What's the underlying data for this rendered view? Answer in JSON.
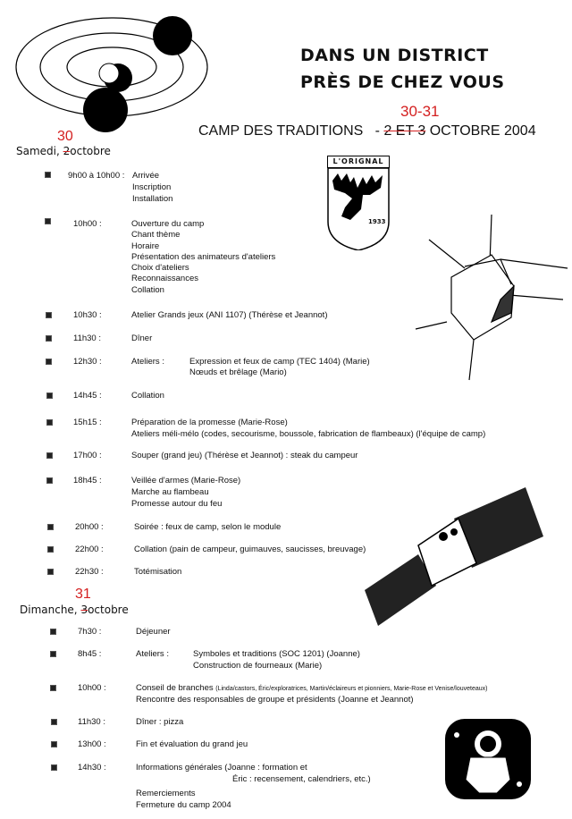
{
  "header": {
    "title_line1": "DANS UN DISTRICT",
    "title_line2": "PRÈS DE CHEZ VOUS",
    "subtitle_prefix": "CAMP DES TRADITIONS   - ",
    "subtitle_struck": "2 ET 3",
    "subtitle_suffix": " OCTOBRE 2004",
    "correction": "30-31"
  },
  "logo": {
    "name": "L'ORIGNAL",
    "year": "1933"
  },
  "saturday": {
    "label_prefix": "Samedi, ",
    "struck": "2",
    "correction": "30",
    "label_suffix": "octobre",
    "rows": [
      {
        "time": "9h00 à 10h00 :",
        "lines": [
          "Arrivée",
          "Inscription",
          "Installation"
        ]
      },
      {
        "time": "10h00 :",
        "lines": [
          "Ouverture du camp",
          "Chant thème",
          "Horaire",
          "Présentation des animateurs d'ateliers",
          "Choix d'ateliers",
          "Reconnaissances",
          "Collation"
        ]
      },
      {
        "time": "10h30 :",
        "lines": [
          "Atelier Grands jeux (ANI 1107)  (Thérèse et Jeannot)"
        ]
      },
      {
        "time": "11h30 :",
        "lines": [
          "Dîner"
        ]
      },
      {
        "time": "12h30 :",
        "label": "Ateliers :",
        "lines": [
          "Expression et feux de camp (TEC 1404) (Marie)",
          "Nœuds et brêlage (Mario)"
        ]
      },
      {
        "time": "14h45 :",
        "lines": [
          "Collation"
        ]
      },
      {
        "time": "15h15 :",
        "lines": [
          "Préparation de la promesse (Marie-Rose)",
          "Ateliers méli-mélo (codes, secourisme, boussole, fabrication de flambeaux) (l'équipe de camp)"
        ]
      },
      {
        "time": "17h00 :",
        "lines": [
          "Souper (grand jeu) (Thérèse et Jeannot) : steak du campeur"
        ]
      },
      {
        "time": "18h45 :",
        "lines": [
          "Veillée d'armes (Marie-Rose)",
          "Marche au flambeau",
          "Promesse autour du feu"
        ]
      },
      {
        "time": "20h00 :",
        "lines": [
          "Soirée : feux de camp, selon le module"
        ]
      },
      {
        "time": "22h00 :",
        "lines": [
          "Collation (pain de campeur, guimauves, saucisses, breuvage)"
        ]
      },
      {
        "time": "22h30 :",
        "lines": [
          "Totémisation"
        ]
      }
    ]
  },
  "sunday": {
    "label_prefix": "Dimanche, ",
    "struck": "3",
    "correction": "31",
    "label_suffix": "octobre",
    "rows": [
      {
        "time": "7h30 :",
        "lines": [
          "Déjeuner"
        ]
      },
      {
        "time": "8h45 :",
        "label": "Ateliers :",
        "lines": [
          "Symboles et traditions (SOC 1201) (Joanne)",
          "Construction de fourneaux (Marie)"
        ]
      },
      {
        "time": "10h00 :",
        "lines": [
          "Conseil de branches",
          "Rencontre des responsables de groupe et présidents (Joanne et Jeannot)"
        ],
        "note": "(Linda/castors, Éric/exploratrices, Martin/éclaireurs et pionniers, Marie-Rose et Venise/louveteaux)"
      },
      {
        "time": "11h30 :",
        "lines": [
          "Dîner : pizza"
        ]
      },
      {
        "time": "13h00 :",
        "lines": [
          "Fin et évaluation du grand jeu"
        ]
      },
      {
        "time": "14h30 :",
        "lines": [
          "Informations générales (Joanne : formation et",
          "Éric : recensement, calendriers, etc.)",
          "Remerciements",
          "Fermeture du camp 2004"
        ]
      }
    ]
  }
}
